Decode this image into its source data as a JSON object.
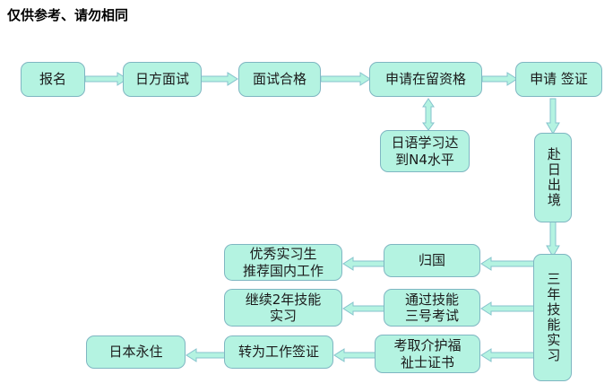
{
  "diagram": {
    "title": "仅供参考、请勿相同",
    "type": "flowchart",
    "colors": {
      "node_fill": "#b4f3e1",
      "node_border": "#7fb6c2",
      "connector_fill": "#b4f3e1",
      "connector_border": "#86c3cd",
      "text": "#1a1a1a",
      "background": "#ffffff"
    },
    "nodes": [
      {
        "id": "n1",
        "label": "报名"
      },
      {
        "id": "n2",
        "label": "日方面试"
      },
      {
        "id": "n3",
        "label": "面试合格"
      },
      {
        "id": "n4",
        "label": "申请在留资格"
      },
      {
        "id": "n5",
        "label": "日语学习达\n到N4水平"
      },
      {
        "id": "n6",
        "label": "申请 签证"
      },
      {
        "id": "n7",
        "label": "赴日出境"
      },
      {
        "id": "n8",
        "label": "三年技能实习"
      },
      {
        "id": "n9",
        "label": "归国"
      },
      {
        "id": "n10",
        "label": "优秀实习生\n推荐国内工作"
      },
      {
        "id": "n11",
        "label": "通过技能\n三号考试"
      },
      {
        "id": "n12",
        "label": "继续2年技能\n实习"
      },
      {
        "id": "n13",
        "label": "考取介护福\n祉士证书"
      },
      {
        "id": "n14",
        "label": "转为工作签证"
      },
      {
        "id": "n15",
        "label": "日本永住"
      }
    ],
    "edges": [
      {
        "from": "n1",
        "to": "n2",
        "direction": "right"
      },
      {
        "from": "n2",
        "to": "n3",
        "direction": "right"
      },
      {
        "from": "n3",
        "to": "n4",
        "direction": "right"
      },
      {
        "from": "n4",
        "to": "n6",
        "direction": "right"
      },
      {
        "from": "n5",
        "to": "n4",
        "direction": "both-vertical"
      },
      {
        "from": "n6",
        "to": "n7",
        "direction": "down"
      },
      {
        "from": "n7",
        "to": "n8",
        "direction": "down"
      },
      {
        "from": "n8",
        "to": "n9",
        "direction": "left"
      },
      {
        "from": "n9",
        "to": "n10",
        "direction": "left"
      },
      {
        "from": "n8",
        "to": "n11",
        "direction": "left"
      },
      {
        "from": "n11",
        "to": "n12",
        "direction": "left"
      },
      {
        "from": "n8",
        "to": "n13",
        "direction": "left"
      },
      {
        "from": "n13",
        "to": "n14",
        "direction": "left"
      },
      {
        "from": "n14",
        "to": "n15",
        "direction": "left"
      }
    ]
  }
}
